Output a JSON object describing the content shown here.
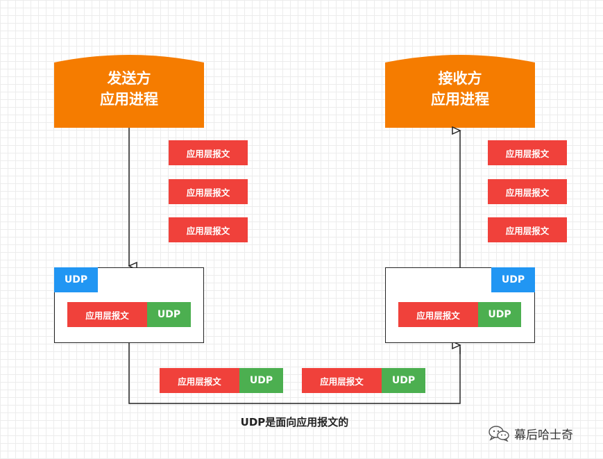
{
  "sender": {
    "line1": "发送方",
    "line2": "应用进程"
  },
  "receiver": {
    "line1": "接收方",
    "line2": "应用进程"
  },
  "message_label": "应用层报文",
  "udp_label": "UDP",
  "caption": "UDP是面向应用报文的",
  "watermark": "幕后哈士奇",
  "colors": {
    "process": "#f57c00",
    "message": "#f0413b",
    "udp_header": "#4caf50",
    "udp_tag": "#2196f3",
    "line": "#222222"
  }
}
